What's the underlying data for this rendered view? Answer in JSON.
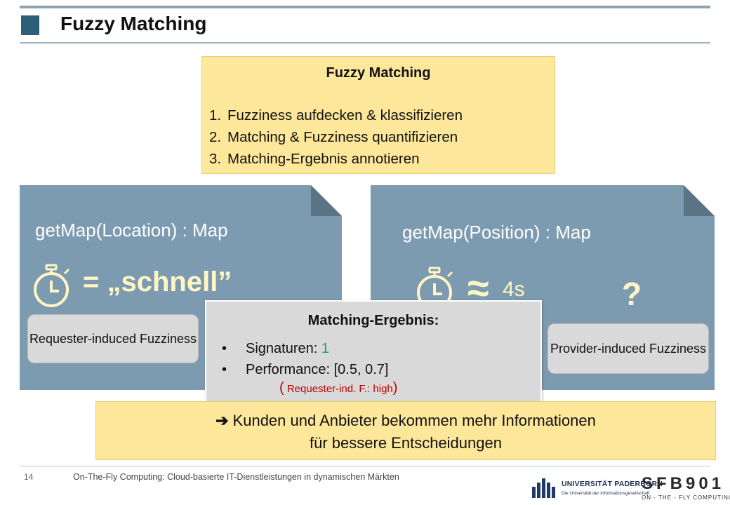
{
  "header": {
    "title": "Fuzzy Matching"
  },
  "top_box": {
    "title": "Fuzzy Matching",
    "items": [
      {
        "num": "1.",
        "text": "Fuzziness aufdecken & klassifizieren"
      },
      {
        "num": "2.",
        "text": "Matching & Fuzziness quantifizieren"
      },
      {
        "num": "3.",
        "text": "Matching-Ergebnis annotieren"
      }
    ]
  },
  "left_card": {
    "signature": "getMap(Location) : Map",
    "icon": "stopwatch-icon",
    "performance": "= „schnell”",
    "fuzziness_label": "Requester-induced Fuzziness"
  },
  "right_card": {
    "signature": "getMap(Position) : Map",
    "icon": "stopwatch-icon",
    "approx_symbol": "≈",
    "approx_value": "4s",
    "unknown_symbol": "?",
    "fuzziness_label": "Provider-induced Fuzziness"
  },
  "result_box": {
    "title": "Matching-Ergebnis:",
    "bullet": "•",
    "signatures_label": "Signaturen: ",
    "signatures_value": "1",
    "performance_label": "Performance: [0.5, 0.7]",
    "note_open": "(",
    "note_text": " Requester-ind. F.: ",
    "note_value": "high",
    "note_close": ")"
  },
  "bottom_box": {
    "arrow_icon": "➔",
    "line1": "Kunden und Anbieter bekommen mehr Informationen",
    "line2": "für bessere Entscheidungen"
  },
  "footer": {
    "page_number": "14",
    "text": "On-The-Fly Computing: Cloud-basierte IT-Dienstleistungen in dynamischen Märkten",
    "upb_name": "UNIVERSITÄT PADERBORN",
    "upb_tagline": "Die Universität der Informationsgesellschaft",
    "sfb_name": "SFB901",
    "sfb_tagline": "ON - THE - FLY COMPUTING"
  },
  "colors": {
    "card": "#7c9bb0",
    "yellow_box": "#fde79a",
    "grey_box": "#d9d9d9",
    "accent_green": "#1fa64a",
    "accent_red": "#c00000",
    "title_square": "#2e5f78"
  }
}
